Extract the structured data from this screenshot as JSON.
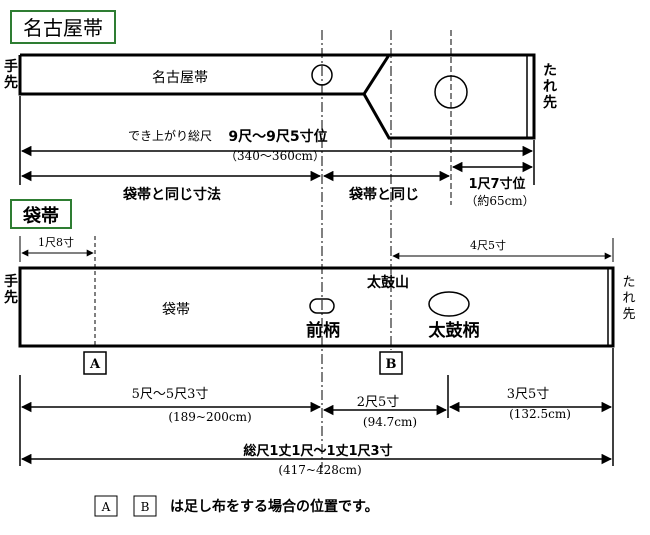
{
  "nagoya": {
    "section_label": "名古屋帯",
    "obi_label": "名古屋帯",
    "left_end": [
      "手",
      "先"
    ],
    "right_end": [
      "た",
      "れ",
      "先"
    ],
    "total_label": "でき上がり総尺",
    "total_value": "9尺～9尺5寸位",
    "total_metric": "（340～360cm）",
    "seg_same_fukuro_1": "袋帯と同じ寸法",
    "seg_same_fukuro_2": "袋帯と同じ",
    "seg_tare_value": "1尺7寸位",
    "seg_tare_metric": "（約65cm）"
  },
  "fukuro": {
    "section_label": "袋帯",
    "obi_label": "袋帯",
    "left_end": [
      "手",
      "先"
    ],
    "right_end": [
      "た",
      "れ",
      "先"
    ],
    "top_left_measure": "1尺8寸",
    "top_right_measure": "4尺5寸",
    "taikoyama": "太鼓山",
    "maegara": "前柄",
    "taikogara": "太鼓柄",
    "marker_a": "A",
    "marker_b": "B",
    "seg1_value": "5尺～5尺3寸",
    "seg1_metric": "(189~200cm)",
    "seg2_value": "2尺5寸",
    "seg2_metric": "(94.7cm)",
    "seg3_value": "3尺5寸",
    "seg3_metric": "(132.5cm)",
    "total_value": "総尺1丈1尺～1丈1尺3寸",
    "total_metric": "(417~428cm)"
  },
  "footnote": {
    "box_a": "A",
    "box_b": "B",
    "text": "は足し布をする場合の位置です。"
  }
}
